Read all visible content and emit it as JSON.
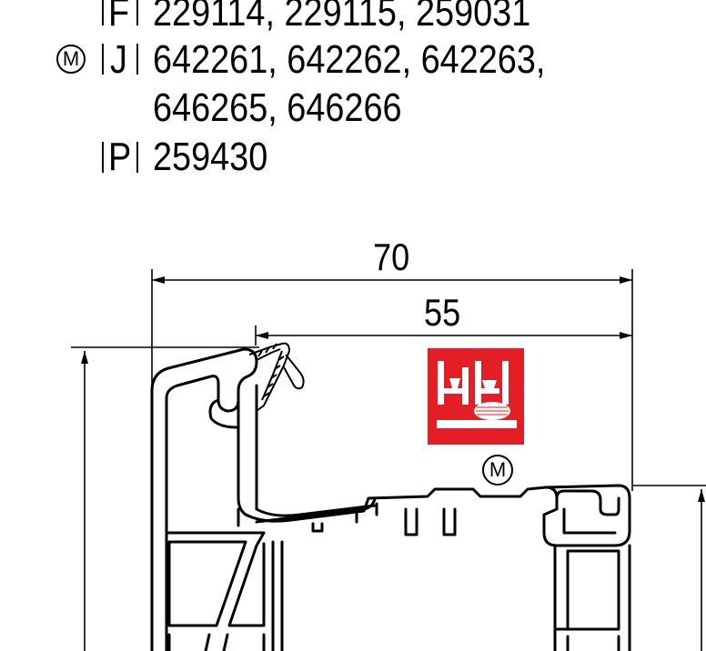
{
  "codes": {
    "row_f": {
      "letter": "F",
      "numbers": "229114, 229115, 259031"
    },
    "row_j": {
      "marker": "M",
      "letter": "J",
      "numbers_line1": "642261, 642262, 642263,",
      "numbers_line2": "646265, 646266"
    },
    "row_p": {
      "letter": "P",
      "numbers": "259430"
    }
  },
  "dimensions": {
    "overall_width": "70",
    "sash_width": "55"
  },
  "icon": {
    "name": "shelving-symbol-icon",
    "color": "#e31e24"
  },
  "marker_label": "M",
  "colors": {
    "line": "#000000",
    "accent": "#e31e24"
  }
}
